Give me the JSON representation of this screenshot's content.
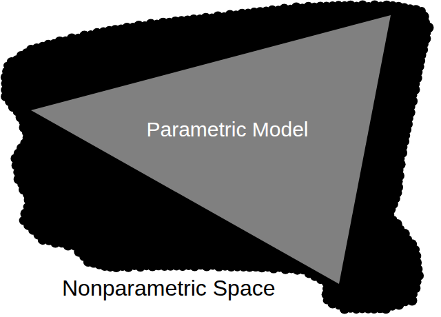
{
  "diagram": {
    "nodes": [
      {
        "text": [
          "Nonparametric Space"
        ]
      },
      {
        "text": [
          "Parametric Model"
        ],
        "in": 0
      }
    ]
  }
}
